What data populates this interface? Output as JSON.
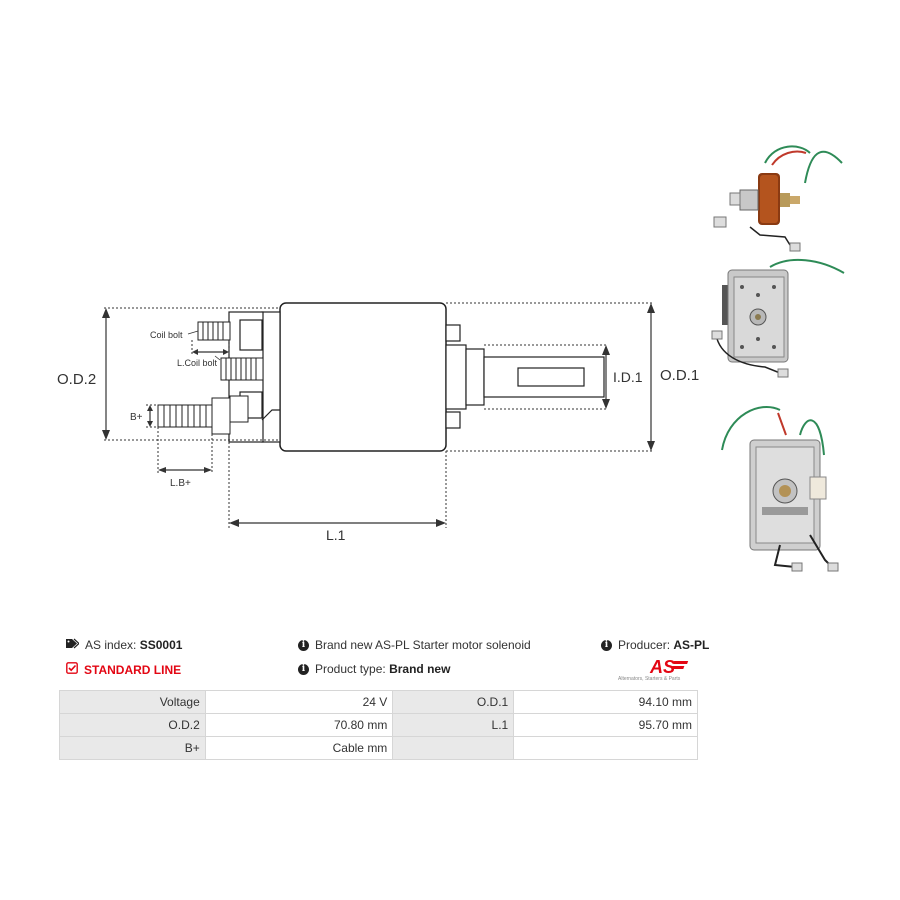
{
  "diagram": {
    "labels": {
      "od2": "O.D.2",
      "od1": "O.D.1",
      "id1": "I.D.1",
      "l1": "L.1",
      "coil_bolt": "Coil bolt",
      "l_coil_bolt": "L.Coil bolt",
      "b_plus": "B+",
      "l_b_plus": "L.B+"
    }
  },
  "photos": [
    {
      "icon": "solenoid-side-photo"
    },
    {
      "icon": "solenoid-end-photo"
    },
    {
      "icon": "solenoid-terminal-photo"
    }
  ],
  "info": {
    "as_index_label": "AS index:",
    "as_index_value": "SS0001",
    "line": "STANDARD LINE",
    "description": "Brand new AS-PL Starter motor solenoid",
    "product_type_label": "Product type:",
    "product_type_value": "Brand new",
    "producer_label": "Producer:",
    "producer_value": "AS-PL",
    "logo_text": "AS",
    "logo_tagline": "Alternators, Starters & Parts"
  },
  "specs": [
    [
      "Voltage",
      "24 V",
      "O.D.1",
      "94.10 mm"
    ],
    [
      "O.D.2",
      "70.80 mm",
      "L.1",
      "95.70 mm"
    ],
    [
      "B+",
      "Cable mm",
      "",
      ""
    ]
  ],
  "colors": {
    "accent_red": "#e30613",
    "table_key_bg": "#e9e9e9",
    "line": "#222222"
  }
}
